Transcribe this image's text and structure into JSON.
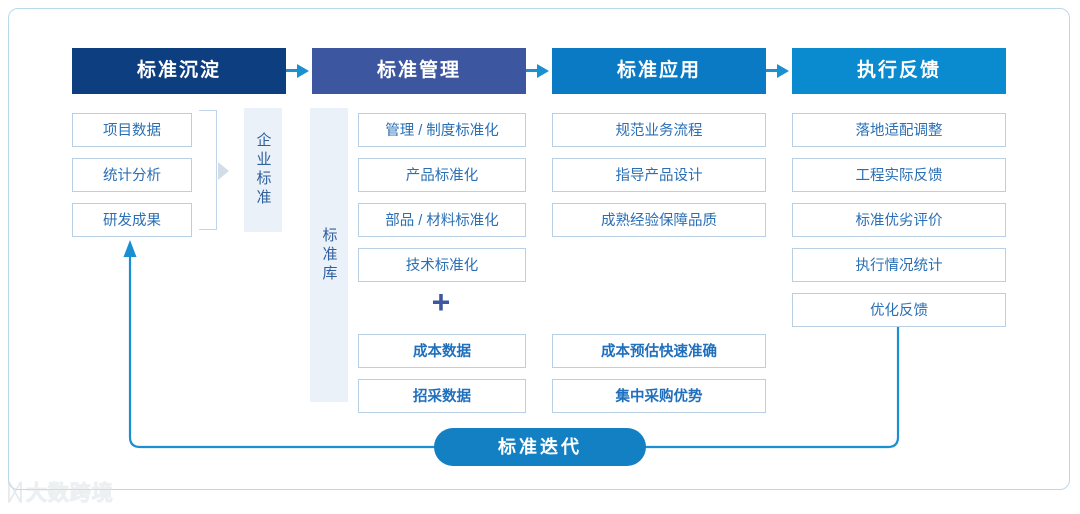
{
  "diagram": {
    "title": "标准沉淀 - 标准管理 - 标准应用 - 执行反馈 流程图",
    "colors": {
      "col1_header": "#0d3f80",
      "col2_header": "#3d56a0",
      "col3_header": "#0a7ac4",
      "col4_header": "#0a8bd0",
      "arrow": "#1a8fd1",
      "loop": "#1a8fd1",
      "cell_border": "#b9cfe4",
      "cell_text": "#2a6fb5",
      "panel_bg": "#eaf1f9",
      "pill_bg": "#1380c4",
      "frame_border": "#bcd9ea"
    },
    "columns": [
      {
        "id": "standard-precipitation",
        "header": "标准沉淀",
        "items": [
          {
            "label": "项目数据",
            "bold": false
          },
          {
            "label": "统计分析",
            "bold": false
          },
          {
            "label": "研发成果",
            "bold": false
          }
        ],
        "vertical_panel": "企业标准"
      },
      {
        "id": "standard-management",
        "header": "标准管理",
        "items": [
          {
            "label": "管理 / 制度标准化",
            "bold": false
          },
          {
            "label": "产品标准化",
            "bold": false
          },
          {
            "label": "部品 / 材料标准化",
            "bold": false
          },
          {
            "label": "技术标准化",
            "bold": false
          }
        ],
        "separator": "+",
        "items2": [
          {
            "label": "成本数据",
            "bold": true
          },
          {
            "label": "招采数据",
            "bold": true
          }
        ],
        "vertical_panel": "标准库"
      },
      {
        "id": "standard-application",
        "header": "标准应用",
        "items": [
          {
            "label": "规范业务流程",
            "bold": false
          },
          {
            "label": "指导产品设计",
            "bold": false
          },
          {
            "label": "成熟经验保障品质",
            "bold": false
          }
        ],
        "items2": [
          {
            "label": "成本预估快速准确",
            "bold": true
          },
          {
            "label": "集中采购优势",
            "bold": true
          }
        ]
      },
      {
        "id": "execution-feedback",
        "header": "执行反馈",
        "items": [
          {
            "label": "落地适配调整",
            "bold": false
          },
          {
            "label": "工程实际反馈",
            "bold": false
          },
          {
            "label": "标准优劣评价",
            "bold": false
          },
          {
            "label": "执行情况统计",
            "bold": false
          },
          {
            "label": "优化反馈",
            "bold": false
          }
        ]
      }
    ],
    "feedback_loop": {
      "label": "标准迭代"
    },
    "watermark": {
      "mark": "ᛞ",
      "text": "大数跨境"
    }
  }
}
